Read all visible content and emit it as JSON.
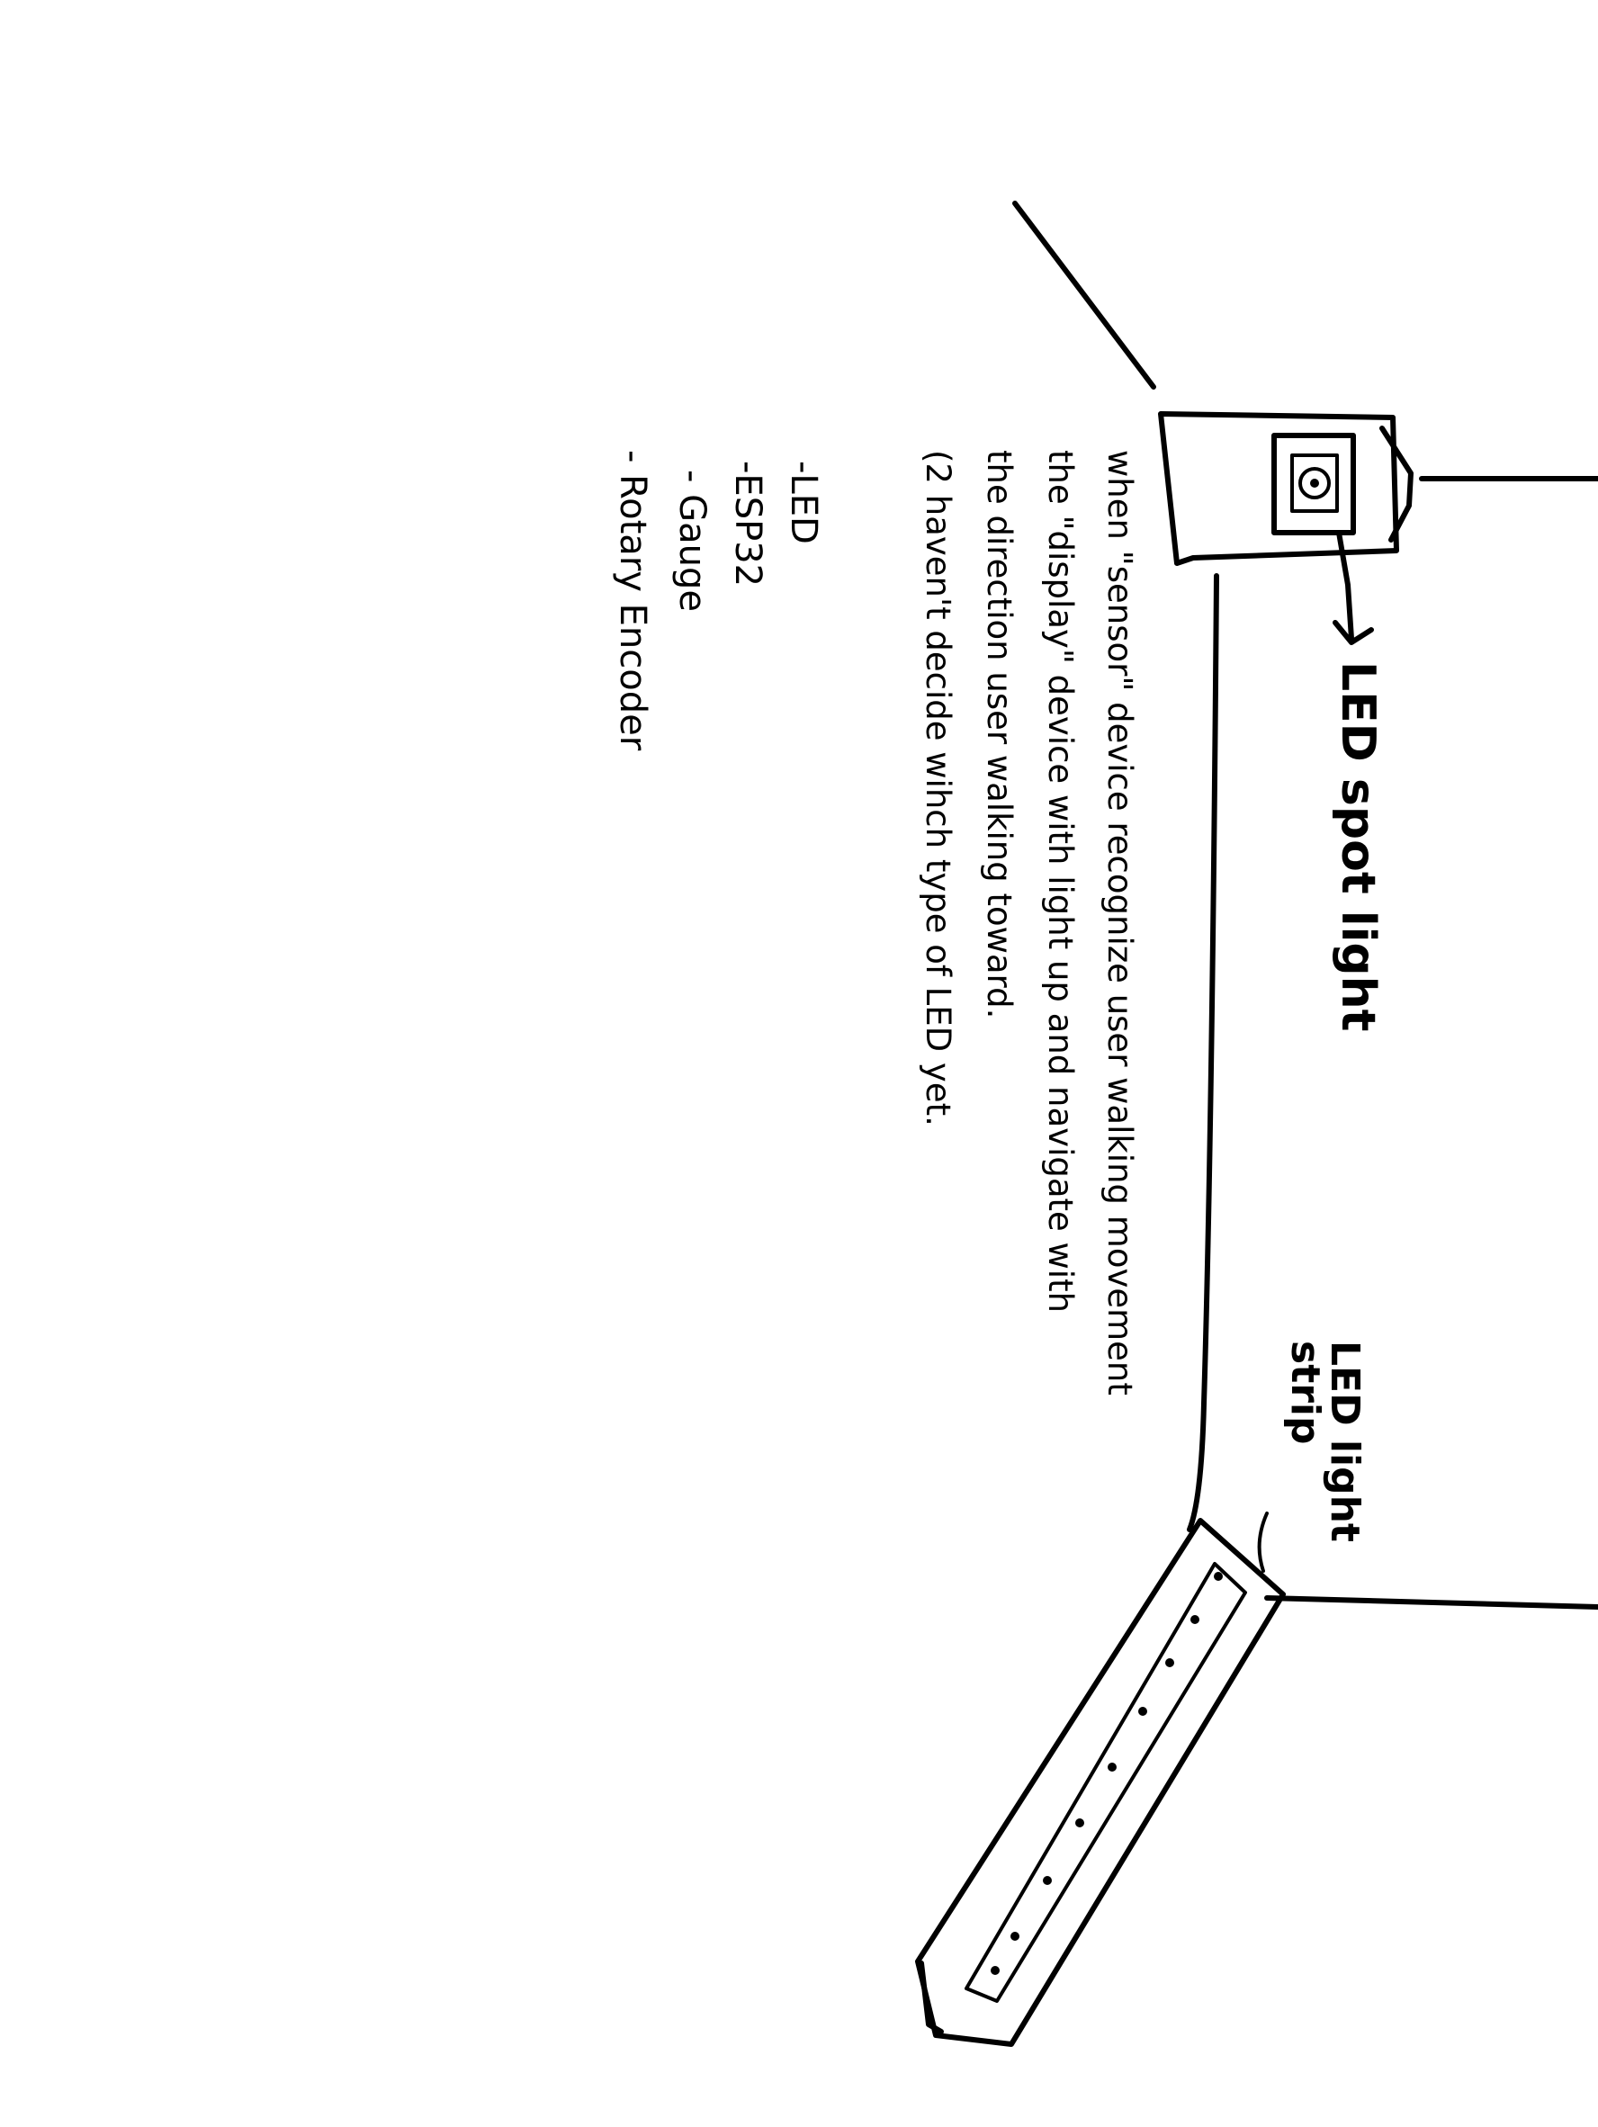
{
  "labels": {
    "spot_light": "LED spot light",
    "strip_line1": "LED light",
    "strip_line2": "strip"
  },
  "notes": {
    "line1": "when \"sensor\" device recognize user walking movement",
    "line2": "the \"display\" device with light up and navigate with",
    "line3": "the direction user walking toward.",
    "line4": "(2 haven't decide wihch type of LED yet."
  },
  "components": [
    "-LED",
    "-ESP32",
    "- Gauge",
    "- Rotary Encoder"
  ],
  "colors": {
    "ink": "#000000",
    "paper": "#ffffff"
  }
}
